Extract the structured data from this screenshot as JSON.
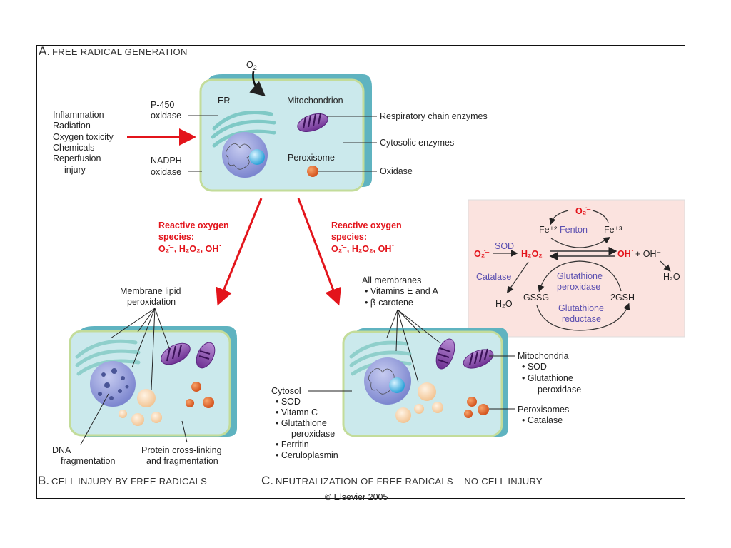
{
  "panel_a": {
    "prefix": "A.",
    "title": "FREE RADICAL GENERATION",
    "o2": "O",
    "o2_sub": "2",
    "causes": [
      "Inflammation",
      "Radiation",
      "Oxygen toxicity",
      "Chemicals",
      "Reperfusion",
      "injury"
    ],
    "p450": [
      "P-450",
      "oxidase"
    ],
    "nadph": [
      "NADPH",
      "oxidase"
    ],
    "er": "ER",
    "mitochondrion": "Mitochondrion",
    "peroxisome": "Peroxisome",
    "right_labels": [
      "Respiratory chain enzymes",
      "Cytosolic enzymes",
      "Oxidase"
    ]
  },
  "ros_label": {
    "line1": "Reactive oxygen",
    "line2": "species:",
    "line3": "O₂̇⁻, H₂O₂, OH˙"
  },
  "panel_b": {
    "prefix": "B.",
    "title": "CELL INJURY BY FREE RADICALS",
    "membrane": [
      "Membrane lipid",
      "peroxidation"
    ],
    "dna": [
      "DNA",
      "fragmentation"
    ],
    "protein": [
      "Protein cross-linking",
      "and fragmentation"
    ]
  },
  "panel_c": {
    "prefix": "C.",
    "title": "NEUTRALIZATION OF FREE RADICALS – NO CELL INJURY",
    "membranes": [
      "All membranes",
      "• Vitamins E and A",
      "• β-carotene"
    ],
    "cytosol": [
      "Cytosol",
      "• SOD",
      "• Vitamn C",
      "• Glutathione",
      "peroxidase",
      "• Ferritin",
      "• Ceruloplasmin"
    ],
    "mitochondria": [
      "Mitochondria",
      "• SOD",
      "• Glutathione",
      "peroxidase"
    ],
    "peroxisomes": [
      "Peroxisomes",
      "• Catalase"
    ]
  },
  "reaction_box": {
    "bg_color": "#fbe3df",
    "superoxide": "O₂̇⁻",
    "fe2": "Fe⁺²",
    "fe3": "Fe⁺³",
    "fenton": "Fenton",
    "sod": "SOD",
    "h2o2": "H₂O₂",
    "oh_radical": "OH˙",
    "oh_minus": "+ OH⁻",
    "h2o": "H₂O",
    "catalase": "Catalase",
    "gpx": [
      "Glutathione",
      "peroxidase"
    ],
    "gr": [
      "Glutathione",
      "reductase"
    ],
    "gssg": "GSSG",
    "gsh": "2GSH"
  },
  "copyright": "© Elsevier 2005",
  "colors": {
    "red": "#e3141b",
    "cell_fill": "#cbe9ec",
    "cell_shadow": "#5fb3c0",
    "purple": "#7b3f9e",
    "nucleus": "#8f9ad8",
    "enzyme_blue": "#5b4fb0"
  }
}
